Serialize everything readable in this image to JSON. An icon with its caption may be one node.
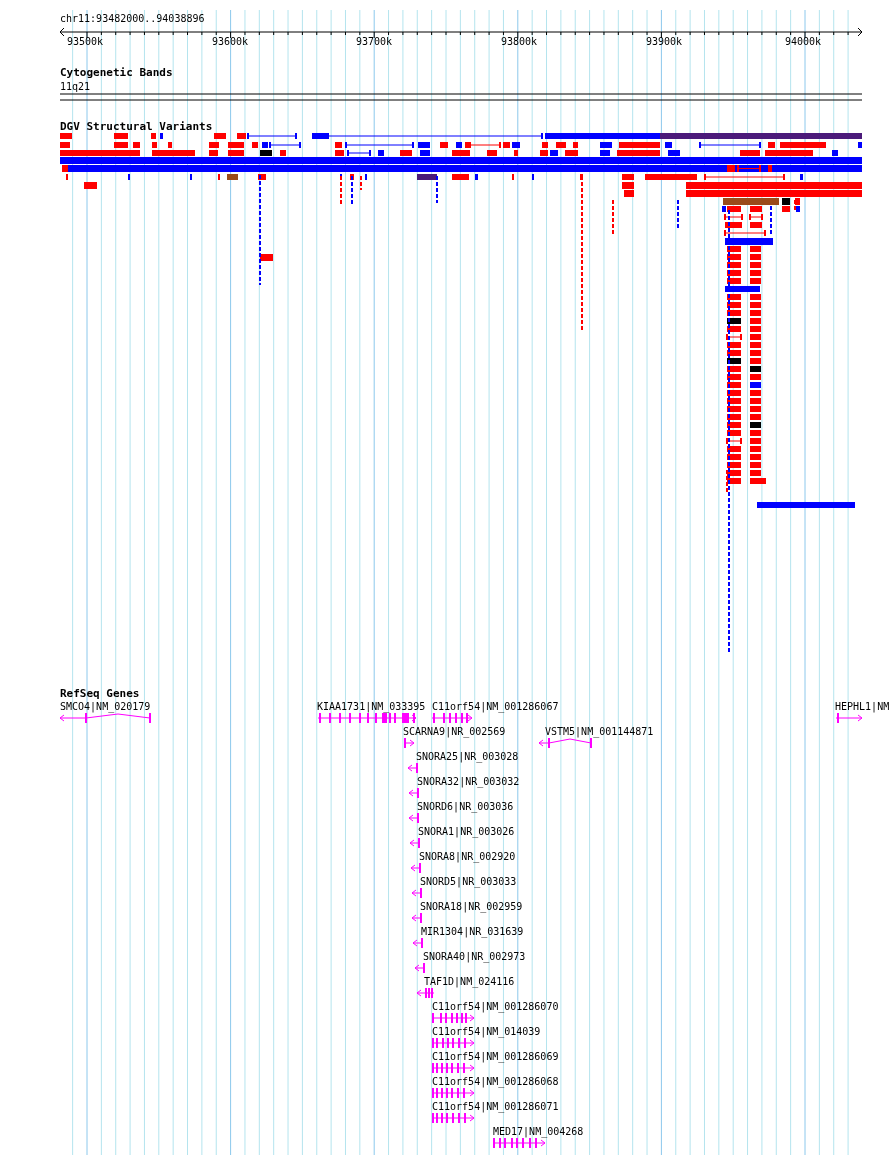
{
  "diagram": {
    "labels": [
      "chr11:93482000..94038896",
      "93500k",
      "93600k",
      "93700k",
      "93800k",
      "93900k",
      "94000k",
      "Cytogenetic Bands",
      "11q21",
      "DGV Structural Variants",
      "RefSeq Genes",
      "SMCO4|NM_020179",
      "KIAA1731|NM_033395",
      "C11orf54|NM_001286067",
      "HEPHL1|NM",
      "SCARNA9|NR_002569",
      "VSTM5|NM_001144871",
      "SNORA25|NR_003028",
      "SNORA32|NR_003032",
      "SNORD6|NR_003036",
      "SNORA1|NR_003026",
      "SNORA8|NR_002920",
      "SNORD5|NR_003033",
      "SNORA18|NR_002959",
      "MIR1304|NR_031639",
      "SNORA40|NR_002973",
      "TAF1D|NM_024116",
      "C11orf54|NM_001286070",
      "C11orf54|NM_014039",
      "C11orf54|NM_001286069",
      "C11orf54|NM_001286068",
      "C11orf54|NM_001286071",
      "MED17|NM_004268"
    ]
  }
}
